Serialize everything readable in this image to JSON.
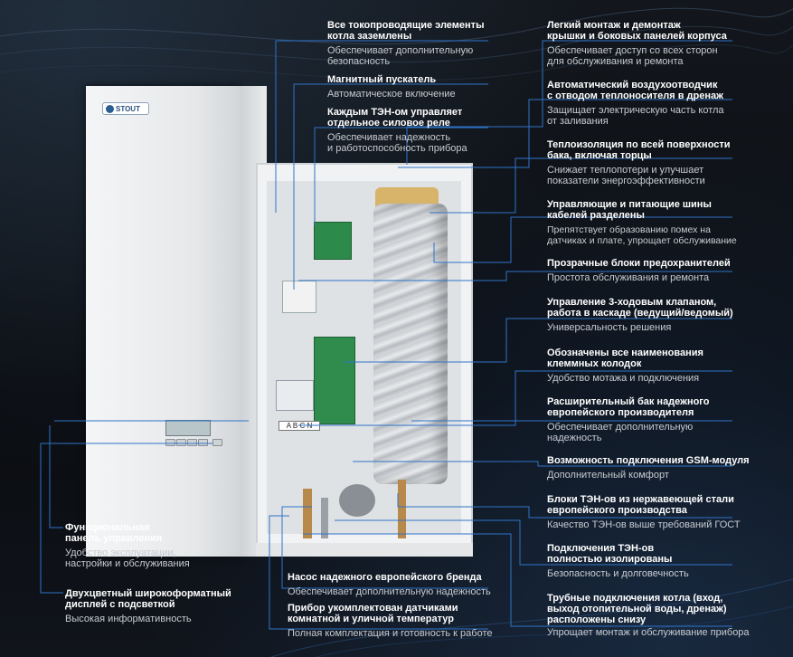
{
  "brand": "STOUT",
  "panel": {
    "terminal_letters": "A B C N"
  },
  "callouts": {
    "grounding": {
      "h": [
        "Все токопроводящие элементы",
        "котла заземлены"
      ],
      "s": [
        "Обеспечивает дополнительную",
        "безопасность"
      ]
    },
    "contactor": {
      "h": [
        "Магнитный пускатель"
      ],
      "s": [
        "Автоматическое включение"
      ]
    },
    "relay": {
      "h": [
        "Каждым ТЭН-ом управляет",
        "отдельное силовое реле"
      ],
      "s": [
        "Обеспечивает надежность",
        "и работоспособность прибора"
      ]
    },
    "mounting": {
      "h": [
        "Легкий монтаж и демонтаж",
        "крышки и боковых панелей корпуса"
      ],
      "s": [
        "Обеспечивает  доступ со всех сторон",
        "для обслуживания и ремонта"
      ]
    },
    "air_vent": {
      "h": [
        "Автоматический воздухоотводчик",
        "с отводом теплоносителя в дренаж"
      ],
      "s": [
        "Защищает электрическую часть котла",
        "от заливания"
      ]
    },
    "insulation": {
      "h": [
        "Теплоизоляция по всей поверхности",
        "бака, включая торцы"
      ],
      "s": [
        "Снижает теплопотери и улучшает",
        "показатели энергоэффективности"
      ]
    },
    "buses": {
      "h": [
        "Управляющие и питающие шины",
        "кабелей разделены"
      ],
      "s": [
        "Препятствует образованию помех на",
        "датчиках и плате, упрощает обслуживание"
      ]
    },
    "fuses": {
      "h": [
        "Прозрачные блоки предохранителей"
      ],
      "s": [
        "Простота обслуживания и ремонта"
      ]
    },
    "valve": {
      "h": [
        "Управление 3-ходовым клапаном,",
        "работа в каскаде (ведущий/ведомый)"
      ],
      "s": [
        "Универсальность решения"
      ]
    },
    "terminals": {
      "h": [
        "Обозначены все наименования",
        "клеммных колодок"
      ],
      "s": [
        "Удобство мотажа и подключения"
      ]
    },
    "tank": {
      "h": [
        "Расширительный бак надежного",
        "европейского производителя"
      ],
      "s": [
        "Обеспечивает дополнительную",
        "надежность"
      ]
    },
    "gsm": {
      "h": [
        "Возможность подключения GSM-модуля"
      ],
      "s": [
        "Дополнительный комфорт"
      ]
    },
    "heaters": {
      "h": [
        "Блоки ТЭН-ов из нержавеющей стали",
        "европейского производства"
      ],
      "s": [
        "Качество ТЭН-ов выше требований ГОСТ"
      ]
    },
    "isolated": {
      "h": [
        "Подключения ТЭН-ов",
        "полностью изолированы"
      ],
      "s": [
        "Безопасность и долговечность"
      ]
    },
    "pipes": {
      "h": [
        "Трубные подключения котла (вход,",
        "выход отопительной воды, дренаж)",
        "расположены снизу"
      ],
      "s": [
        "Упрощает монтаж и обслуживание прибора"
      ]
    },
    "control_panel": {
      "h": [
        "Функциональная",
        "панель управления"
      ],
      "s": [
        "Удобство эксплуатации,",
        "настройки и обслуживания"
      ]
    },
    "display": {
      "h": [
        "Двухцветный широкоформатный",
        "дисплей с подсветкой"
      ],
      "s": [
        "Высокая информативность"
      ]
    },
    "pump": {
      "h": [
        "Насос надежного европейского бренда"
      ],
      "s": [
        "Обеспечивает дополнительную надежность"
      ]
    },
    "sensors": {
      "h": [
        "Прибор укомплектован датчиками",
        "комнатной и уличной температур"
      ],
      "s": [
        "Полная комплектация и готовность к работе"
      ]
    }
  },
  "colors": {
    "accent_line": "#2f74c8",
    "heading": "#ffffff",
    "sub": "#c8ccd2"
  }
}
